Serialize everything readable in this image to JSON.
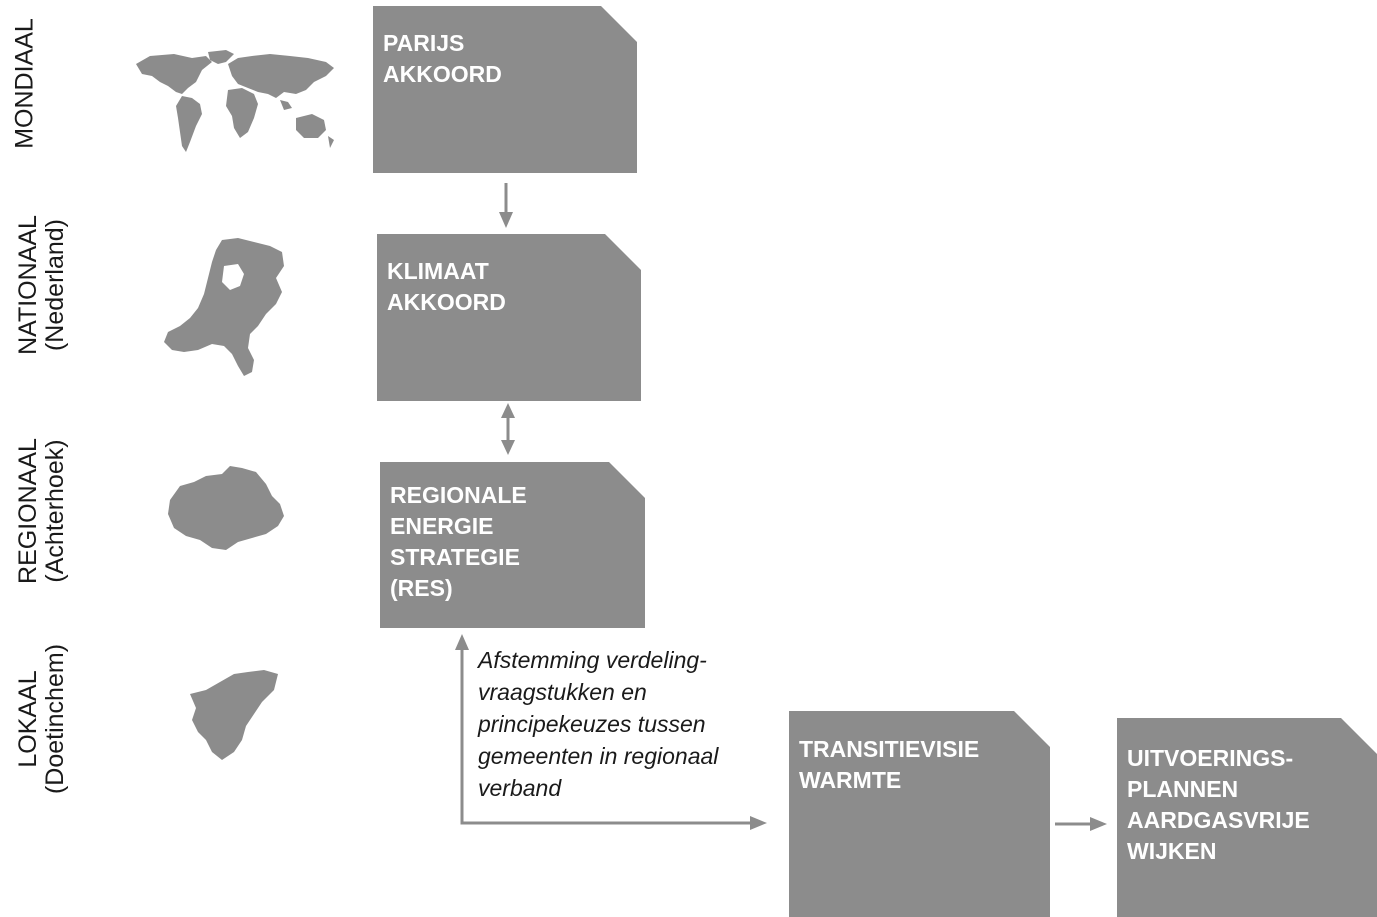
{
  "levels": [
    {
      "lines": [
        "MONDIAAL"
      ]
    },
    {
      "lines": [
        "NATIONAAL",
        "(Nederland)"
      ]
    },
    {
      "lines": [
        "REGIONAAL",
        "(Achterhoek)"
      ]
    },
    {
      "lines": [
        "LOKAAL",
        "(Doetinchem)"
      ]
    }
  ],
  "maps": [
    "world-map-icon",
    "netherlands-map-icon",
    "achterhoek-map-icon",
    "doetinchem-map-icon"
  ],
  "boxes": {
    "parijs": [
      "PARIJS",
      "AKKOORD"
    ],
    "klimaat": [
      "KLIMAAT",
      "AKKOORD"
    ],
    "res": [
      "REGIONALE",
      "ENERGIE",
      "STRATEGIE",
      "(RES)"
    ],
    "transitie": [
      "TRANSITIEVISIE",
      "WARMTE"
    ],
    "uitvoering": [
      "UITVOERINGS-",
      "PLANNEN",
      "AARDGASVRIJE",
      "WIJKEN"
    ]
  },
  "note": [
    "Afstemming verdeling-",
    "vraagstukken en",
    "principekeuzes tussen",
    "gemeenten in regionaal",
    "verband"
  ],
  "colors": {
    "box": "#8c8c8c",
    "arrow": "#8c8c8c",
    "map": "#8c8c8c",
    "text": "#1a1a1a"
  }
}
